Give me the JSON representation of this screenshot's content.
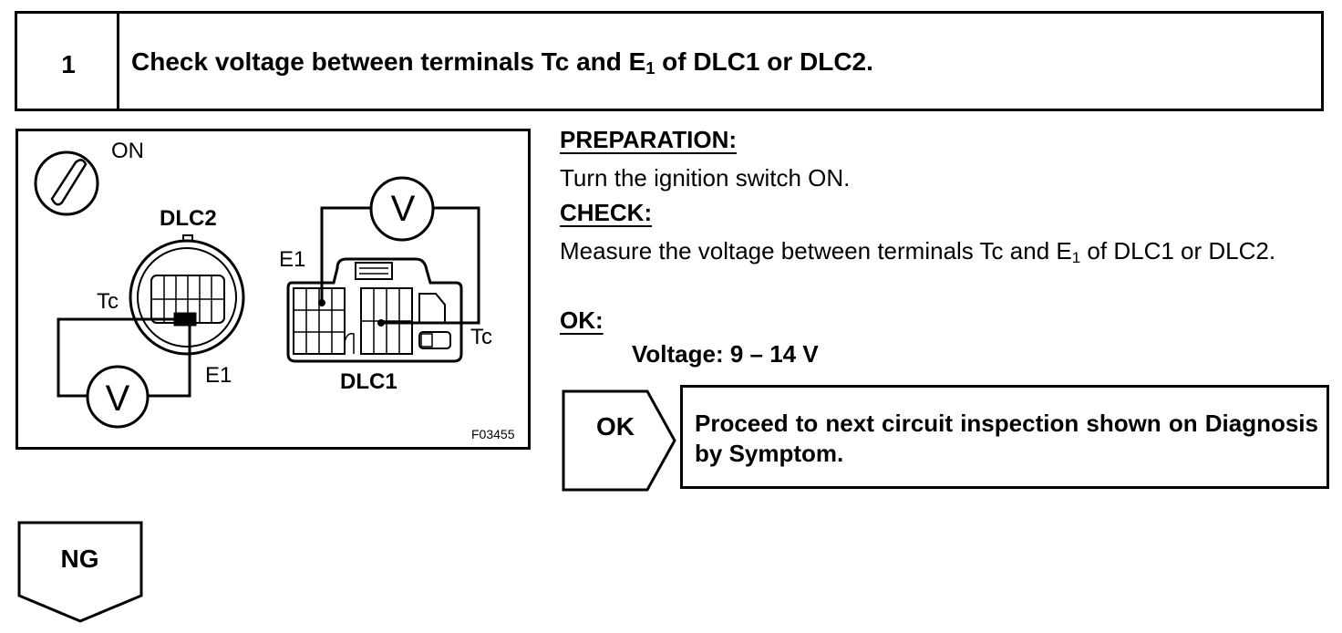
{
  "step": {
    "number": "1",
    "title_pre": "Check voltage between terminals Tc and E",
    "title_sub": "1",
    "title_post": " of DLC1 or DLC2."
  },
  "diagram": {
    "ignition_label": "ON",
    "dlc2_label": "DLC2",
    "dlc1_label": "DLC1",
    "dlc2_tc": "Tc",
    "dlc2_e1": "E1",
    "dlc1_e1": "E1",
    "dlc1_tc": "Tc",
    "meter_symbol": "V",
    "figure_id": "F03455"
  },
  "preparation": {
    "heading": "PREPARATION:",
    "text": "Turn the ignition switch ON."
  },
  "check": {
    "heading": "CHECK:",
    "text_pre": "Measure the voltage between terminals Tc and E",
    "text_sub": "1",
    "text_post": " of DLC1 or DLC2."
  },
  "ok": {
    "heading": "OK:",
    "spec": "Voltage: 9 – 14 V"
  },
  "ok_result": {
    "label": "OK",
    "text": "Proceed to next circuit inspection shown on Diagnosis by Symptom."
  },
  "ng_result": {
    "label": "NG"
  }
}
